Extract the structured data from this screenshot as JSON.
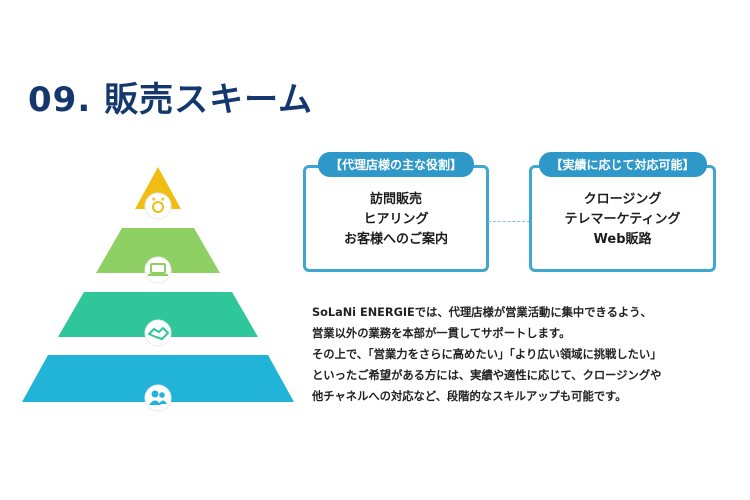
{
  "title": "09. 販売スキーム",
  "pyramid": {
    "tiers": [
      {
        "icon": "award-stars-icon",
        "color": "#f2bd12"
      },
      {
        "icon": "laptop-icon",
        "color": "#8fd065"
      },
      {
        "icon": "handshake-icon",
        "color": "#2fc69a"
      },
      {
        "icon": "users-icon",
        "color": "#22b4d8"
      }
    ]
  },
  "box_left": {
    "tag": "【代理店様の主な役割】",
    "items": [
      "訪問販売",
      "ヒアリング",
      "お客様へのご案内"
    ]
  },
  "box_right": {
    "tag": "【実績に応じて対応可能】",
    "items": [
      "クロージング",
      "テレマーケティング",
      "Web販路"
    ]
  },
  "description": [
    "SoLaNi ENERGIEでは、代理店様が営業活動に集中できるよう、",
    "営業以外の業務を本部が一貫してサポートします。",
    "その上で、「営業力をさらに高めたい」「より広い領域に挑戦したい」",
    "といったご希望がある方には、実績や適性に応じて、クロージングや",
    "他チャネルへの対応など、段階的なスキルアップも可能です。"
  ]
}
